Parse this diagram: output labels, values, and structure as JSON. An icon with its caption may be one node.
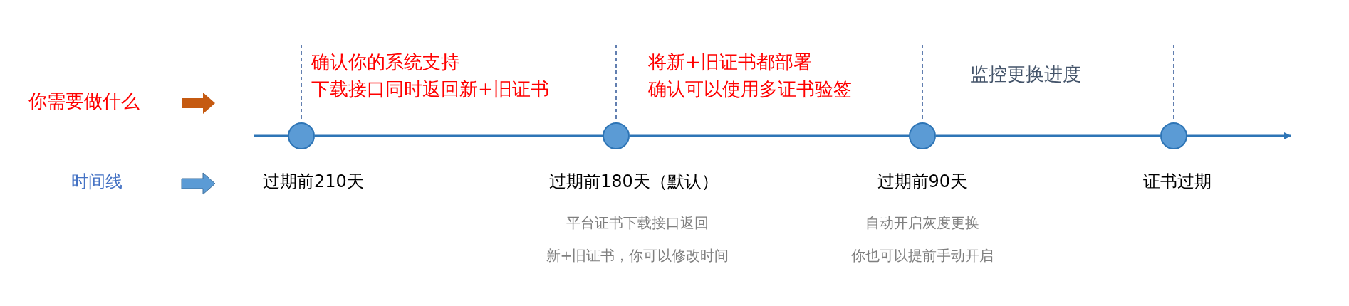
{
  "diagram": {
    "nodes": [
      {
        "text": [],
        "shape": "circle",
        "beside": [
          "过期前210天"
        ]
      },
      {
        "text": [],
        "shape": "circle",
        "beside": [
          "过期前180天（默认）",
          "平台证书下载接口返回新+旧证书，你可以修改时间"
        ]
      },
      {
        "text": [],
        "shape": "circle",
        "beside": [
          "过期前90天",
          "自动开启灰度更换你也可以提前手动开启"
        ]
      },
      {
        "text": [],
        "shape": "circle",
        "beside": [
          "证书过期"
        ]
      }
    ],
    "edges": [
      {
        "from": 0,
        "to": 1,
        "arrow": "none"
      },
      {
        "from": 1,
        "to": 2,
        "arrow": "none"
      },
      {
        "from": 2,
        "to": 3,
        "arrow": "none"
      },
      {
        "from": 3,
        "to": null,
        "arrow": "to"
      }
    ],
    "labels": [
      "你需要做什么",
      "确认你的系统支持下载接口同时返回新+旧证书",
      "将新+旧证书都部署确认可以使用多证书验签",
      "监控更换进度",
      "时间线"
    ]
  }
}
